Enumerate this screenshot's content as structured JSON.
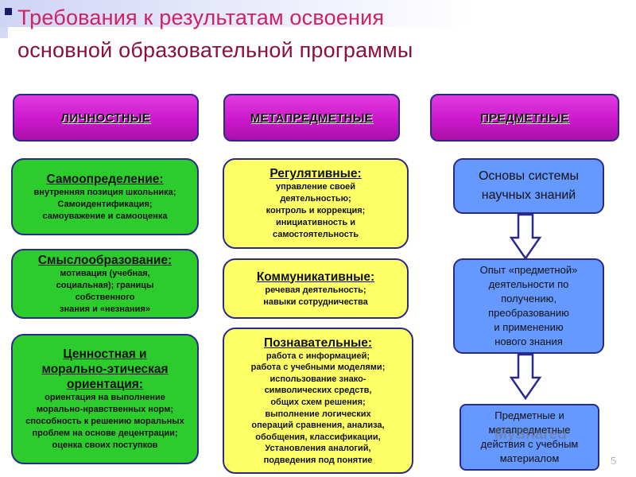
{
  "title": {
    "line1": "Требования к результатам освоения",
    "line2": "основной образовательной программы"
  },
  "columns": [
    {
      "header": "ЛИЧНОСТНЫЕ",
      "boxes": [
        {
          "title": "Самоопределение:",
          "body": [
            "внутренняя позиция школьника;",
            "Самоидентификация;",
            "самоуважение и самооценка"
          ]
        },
        {
          "title": "Смыслообразование:",
          "body": [
            "мотивация (учебная,",
            "социальная); границы",
            "собственного",
            "знания и «незнания»"
          ]
        },
        {
          "title": [
            "Ценностная и",
            "морально-этическая",
            "ориентация:"
          ],
          "body": [
            "ориентация на выполнение",
            "морально-нравственных норм;",
            "способность к решению моральных",
            "проблем на основе децентрации;",
            "оценка своих поступков"
          ]
        }
      ]
    },
    {
      "header": "МЕТАПРЕДМЕТНЫЕ",
      "boxes": [
        {
          "title": "Регулятивные:",
          "body": [
            "управление своей",
            "деятельностью;",
            "контроль и коррекция;",
            "инициативность и",
            "самостоятельность"
          ]
        },
        {
          "title": "Коммуникативные:",
          "body": [
            "речевая деятельность;",
            "навыки сотрудничества"
          ]
        },
        {
          "title": "Познавательные:",
          "body": [
            "работа с информацией;",
            "работа с учебными моделями;",
            "использование знако-",
            "символических средств,",
            "общих схем решения;",
            "выполнение логических",
            "операций сравнения, анализа,",
            "обобщения, классификации,",
            "Установления аналогий,",
            "подведения под понятие"
          ]
        }
      ]
    },
    {
      "header": "ПРЕДМЕТНЫЕ",
      "boxes": [
        {
          "body": [
            "Основы системы",
            "научных знаний"
          ]
        },
        {
          "body": [
            "Опыт «предметной»",
            "деятельности по",
            "получению,",
            "преобразованию",
            "и применению",
            "нового знания"
          ]
        },
        {
          "body": [
            "Предметные и",
            "метапредметные",
            "действия с учебным",
            "материалом"
          ]
        }
      ]
    }
  ],
  "watermark": "MyShared",
  "page_number": "5",
  "colors": {
    "header": "#cc18cc",
    "personal": "#2ccc2c",
    "meta": "#ffff66",
    "subject": "#6699ff",
    "title": "#cc2266",
    "border": "#2a2a8a"
  },
  "icons": [
    "down-arrow-icon",
    "down-arrow-icon"
  ]
}
